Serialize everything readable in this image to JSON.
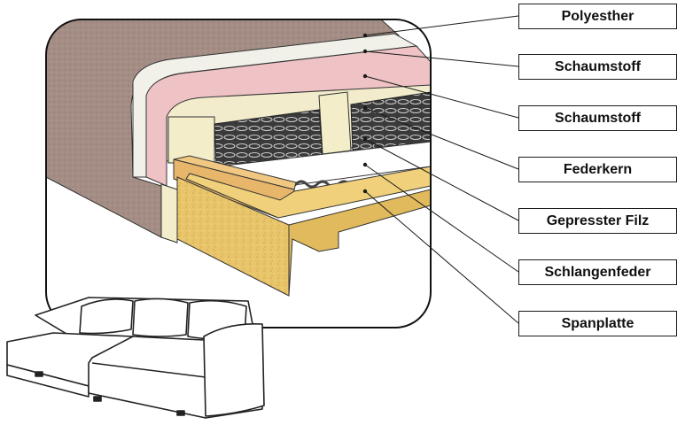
{
  "diagram": {
    "type": "sofa-cross-section",
    "subject": "corner-sofa",
    "colors": {
      "fabric": "#a38d85",
      "polyester": "#f1f1ea",
      "foam_outer": "#efc3c6",
      "foam_inner": "#f2eccc",
      "spring_core": "#3c3c3c",
      "wood": "#e8b66a",
      "chipboard": "#e8c56a",
      "felt": "#ffffff"
    },
    "labels": [
      {
        "id": "polyesther",
        "text": "Polyesther"
      },
      {
        "id": "schaumstoff1",
        "text": "Schaumstoff"
      },
      {
        "id": "schaumstoff2",
        "text": "Schaumstoff"
      },
      {
        "id": "federkern",
        "text": "Federkern"
      },
      {
        "id": "filz",
        "text": "Gepresster Filz"
      },
      {
        "id": "schlange",
        "text": "Schlangenfeder"
      },
      {
        "id": "spanplatte",
        "text": "Spanplatte"
      }
    ]
  }
}
